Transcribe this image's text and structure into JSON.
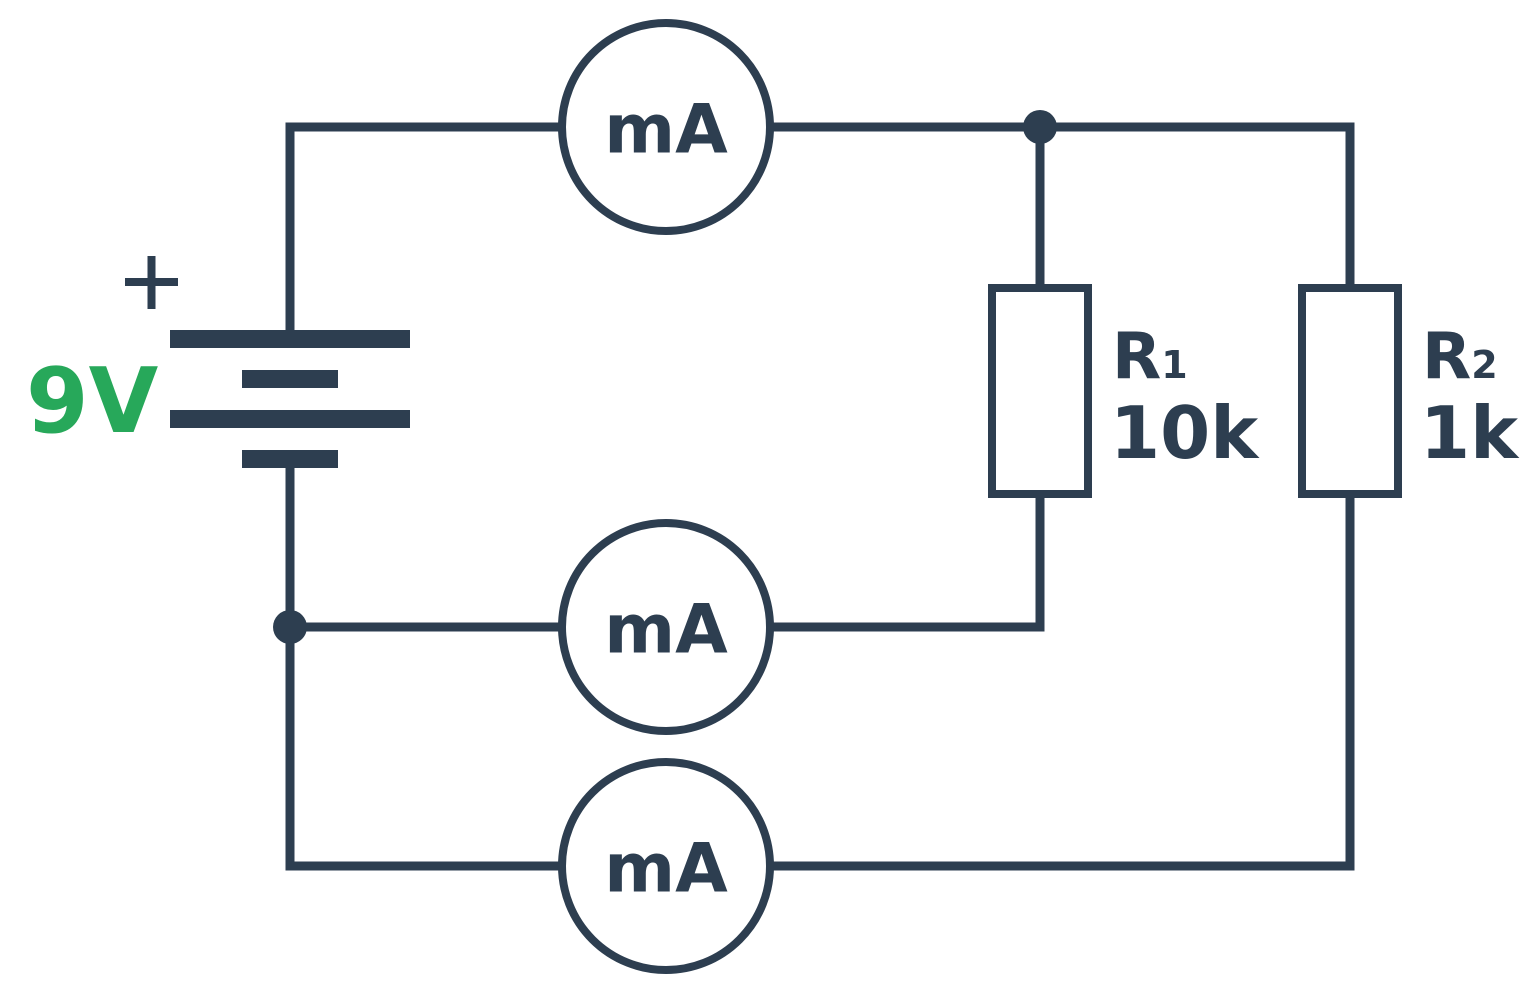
{
  "battery": {
    "voltage_label": "9V",
    "polarity_symbol": "+",
    "label_color": "#27a85a"
  },
  "meters": [
    {
      "label": "mA"
    },
    {
      "label": "mA"
    },
    {
      "label": "mA"
    }
  ],
  "resistors": [
    {
      "name": "R",
      "subscript": "1",
      "value": "10k"
    },
    {
      "name": "R",
      "subscript": "2",
      "value": "1k"
    }
  ],
  "colors": {
    "wire": "#2d3e50",
    "background": "#ffffff"
  }
}
